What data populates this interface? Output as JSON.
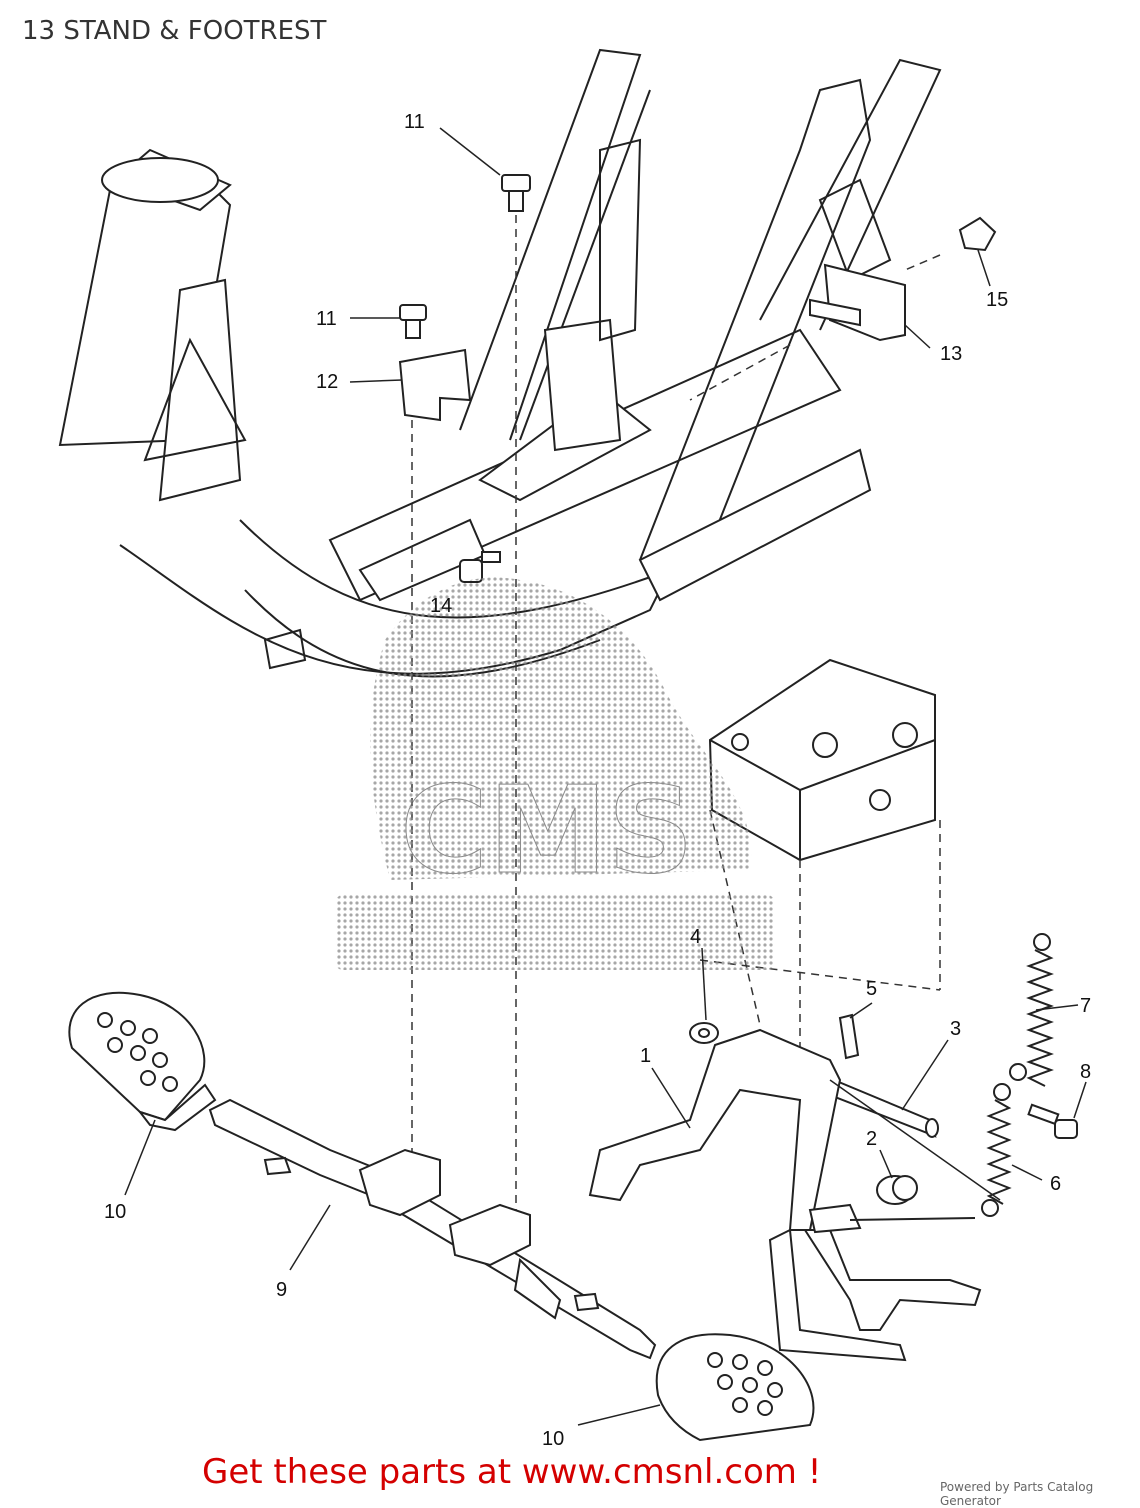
{
  "page": {
    "title": "13 STAND & FOOTREST",
    "footer_cta": "Get these parts at www.cmsnl.com !",
    "powered_by": "Powered by Parts Catalog Generator"
  },
  "watermark": {
    "logo_text": "CMS",
    "style": "dotted-halftone"
  },
  "colors": {
    "line": "#222222",
    "footer": "#d40000",
    "watermark": "#8a8a8a"
  },
  "callouts": [
    {
      "id": "c11a",
      "text": "11"
    },
    {
      "id": "c11b",
      "text": "11"
    },
    {
      "id": "c12",
      "text": "12"
    },
    {
      "id": "c13",
      "text": "13"
    },
    {
      "id": "c14",
      "text": "14"
    },
    {
      "id": "c15",
      "text": "15"
    },
    {
      "id": "c1",
      "text": "1"
    },
    {
      "id": "c2",
      "text": "2"
    },
    {
      "id": "c3",
      "text": "3"
    },
    {
      "id": "c4",
      "text": "4"
    },
    {
      "id": "c5",
      "text": "5"
    },
    {
      "id": "c6",
      "text": "6"
    },
    {
      "id": "c7",
      "text": "7"
    },
    {
      "id": "c8",
      "text": "8"
    },
    {
      "id": "c9",
      "text": "9"
    },
    {
      "id": "c10a",
      "text": "10"
    },
    {
      "id": "c10b",
      "text": "10"
    }
  ]
}
